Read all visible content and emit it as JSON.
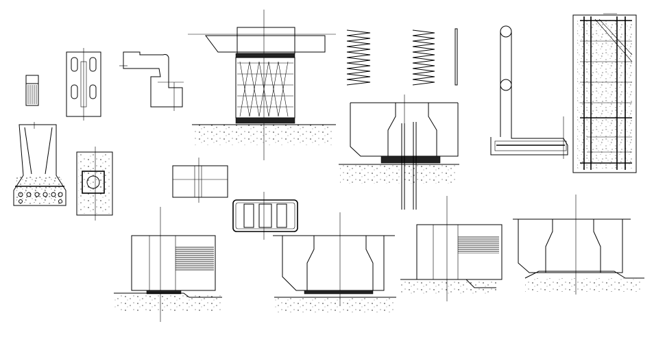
{
  "drawing": {
    "ink_color": "#000000",
    "paper_color": "#ffffff",
    "details": [
      {
        "id": "pad-sample",
        "kind": "small elastomer pad"
      },
      {
        "id": "steel-plate-slotted",
        "kind": "slotted steel plate"
      },
      {
        "id": "stepped-beam-seat",
        "kind": "stepped beam seat section"
      },
      {
        "id": "laminated-bearing",
        "kind": "laminated elastomeric bearing on pedestal"
      },
      {
        "id": "spring-coil-a",
        "kind": "coil spring"
      },
      {
        "id": "spring-coil-b",
        "kind": "coil spring"
      },
      {
        "id": "rod",
        "kind": "rod"
      },
      {
        "id": "column-rebar-elevation",
        "kind": "column with rebar cage elevation"
      },
      {
        "id": "beam-rebar-detail",
        "kind": "beam end rebar detail"
      },
      {
        "id": "tapered-footing-section",
        "kind": "tapered footing section"
      },
      {
        "id": "anchor-plate-plan",
        "kind": "anchor plate plan"
      },
      {
        "id": "joint-section",
        "kind": "small joint section"
      },
      {
        "id": "box-section",
        "kind": "box girder cross section"
      },
      {
        "id": "pier-with-dowels",
        "kind": "pier base with dowels"
      },
      {
        "id": "bearing-footing-a",
        "kind": "bearing on footing with hatched side"
      },
      {
        "id": "tapered-pier-b",
        "kind": "tapered pier section"
      },
      {
        "id": "bearing-footing-c",
        "kind": "bearing on footing with hatched side"
      },
      {
        "id": "tapered-pier-d",
        "kind": "tapered pier section"
      }
    ]
  }
}
